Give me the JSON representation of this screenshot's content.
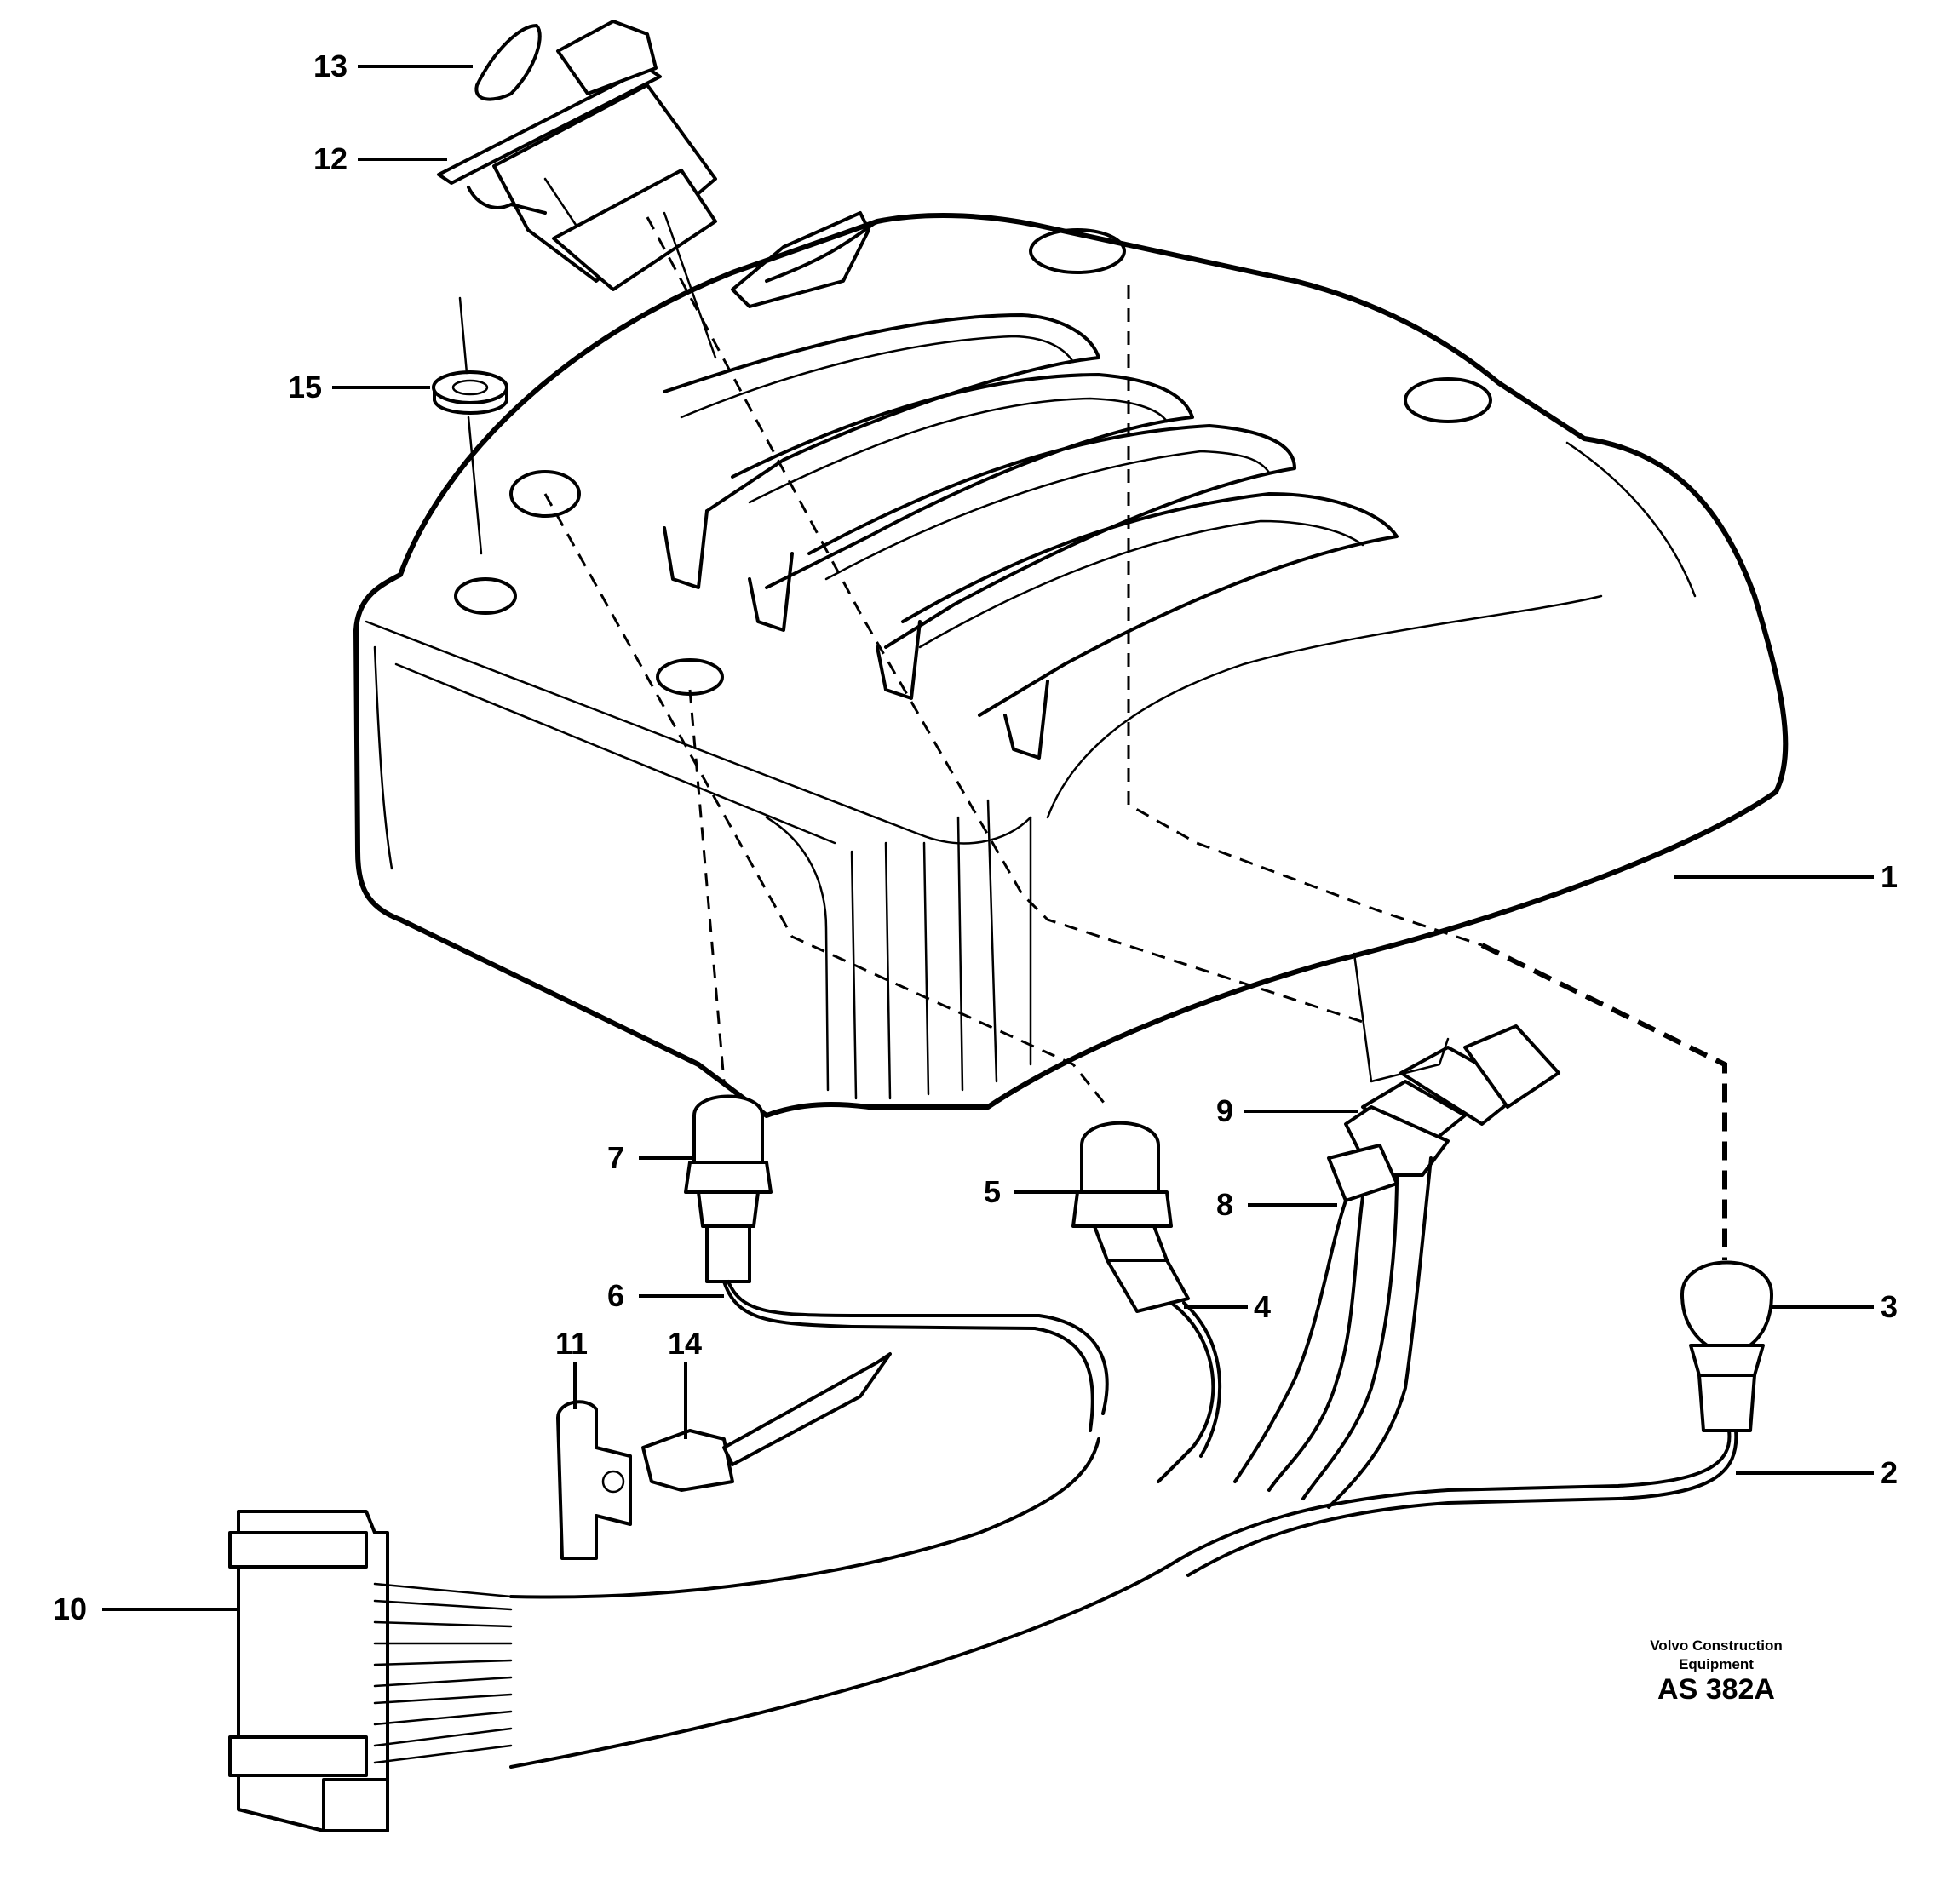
{
  "diagram": {
    "callouts": [
      "1",
      "2",
      "3",
      "4",
      "5",
      "6",
      "7",
      "8",
      "9",
      "10",
      "11",
      "12",
      "13",
      "14",
      "15"
    ],
    "credit_maker": "Volvo Construction\nEquipment",
    "credit_code": "AS 382A"
  }
}
